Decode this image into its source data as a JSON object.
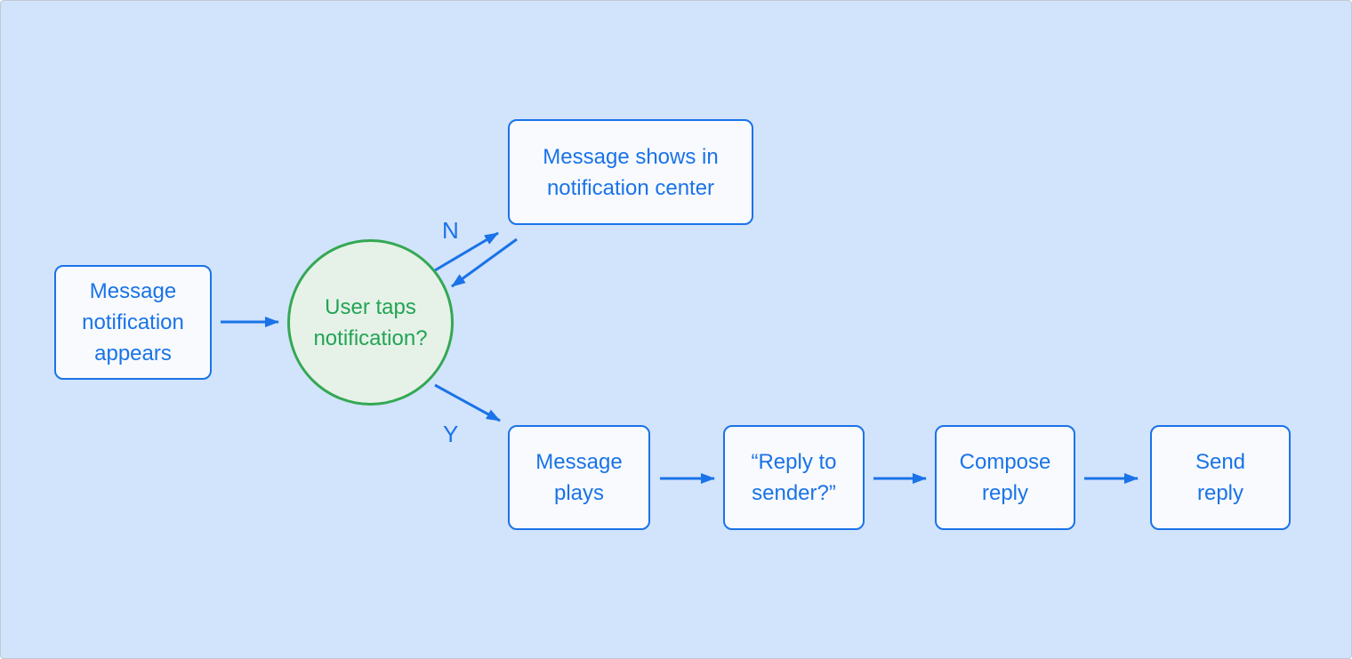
{
  "colors": {
    "background": "#d2e3fc",
    "accent_blue": "#1a73e8",
    "accent_green_border": "#34a853",
    "accent_green_text": "#23a455",
    "decision_fill": "#e6f2e8",
    "node_fill": "#f8fafd"
  },
  "flowchart": {
    "nodes": {
      "start": {
        "label": "Message\nnotification\nappears"
      },
      "notification_center": {
        "label": "Message shows in\nnotification center"
      },
      "decision": {
        "label": "User taps\nnotification?"
      },
      "message_plays": {
        "label": "Message\nplays"
      },
      "reply_to_sender": {
        "label": "“Reply to\nsender?”"
      },
      "compose_reply": {
        "label": "Compose\nreply"
      },
      "send_reply": {
        "label": "Send\nreply"
      }
    },
    "edge_labels": {
      "no": "N",
      "yes": "Y"
    }
  }
}
